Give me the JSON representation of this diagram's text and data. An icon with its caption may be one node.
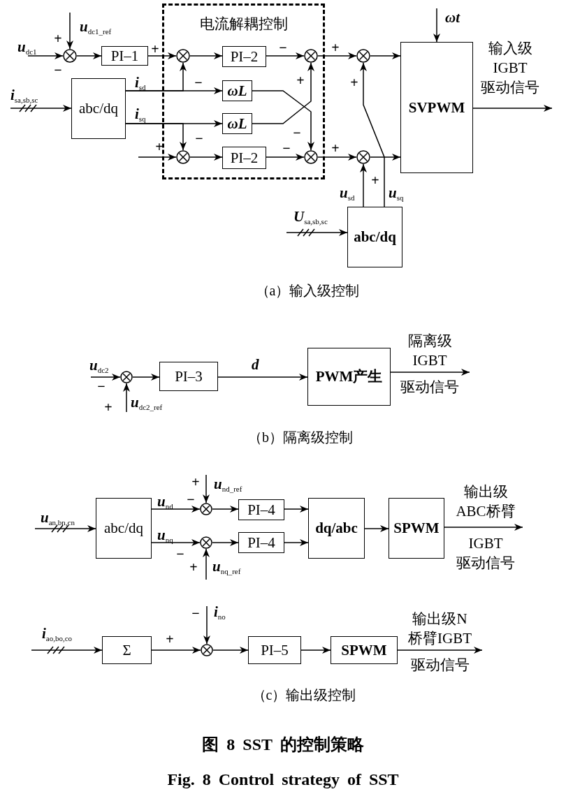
{
  "diagram": {
    "caption": "图 8 SST 的控制策略",
    "nodes": [
      {
        "text": [],
        "shape": "circle"
      },
      {
        "text": [
          "PI–1"
        ]
      },
      {
        "text": [
          "电流解耦控制"
        ]
      },
      {
        "text": [],
        "shape": "circle",
        "in": 2
      },
      {
        "text": [
          "PI–2"
        ],
        "in": 2
      },
      {
        "text": [],
        "shape": "circle",
        "in": 2
      },
      {
        "text": [
          "ωL"
        ],
        "in": 2
      },
      {
        "text": [
          "ωL"
        ],
        "in": 2
      },
      {
        "text": [],
        "shape": "circle",
        "in": 2
      },
      {
        "text": [
          "PI–2"
        ],
        "in": 2
      },
      {
        "text": [],
        "shape": "circle",
        "in": 2
      },
      {
        "text": [],
        "shape": "circle"
      },
      {
        "text": [
          "SVPWM"
        ]
      },
      {
        "text": [
          "abc/dq"
        ]
      },
      {
        "text": [],
        "shape": "circle"
      },
      {
        "text": [
          "abc/dq"
        ]
      },
      {
        "text": [],
        "shape": "circle"
      },
      {
        "text": [
          "PI–3"
        ]
      },
      {
        "text": [
          "PWM产生"
        ]
      },
      {
        "text": [
          "abc/dq"
        ]
      },
      {
        "text": [],
        "shape": "circle"
      },
      {
        "text": [],
        "shape": "circle"
      },
      {
        "text": [
          "PI–4"
        ]
      },
      {
        "text": [
          "PI–4"
        ]
      },
      {
        "text": [
          "dq/abc"
        ]
      },
      {
        "text": [
          "SPWM"
        ]
      },
      {
        "text": [
          "Σ"
        ]
      },
      {
        "text": [],
        "shape": "circle"
      },
      {
        "text": [
          "PI–5"
        ]
      },
      {
        "text": [
          "SPWM"
        ]
      }
    ],
    "edges": [
      {
        "from": null,
        "to": 0,
        "arrow": "to",
        "label": "*u*$_{dc1}$"
      },
      {
        "from": null,
        "to": 0,
        "arrow": "to",
        "label": "*u*$_{dc1_ref}$"
      },
      {
        "from": 0,
        "to": 1,
        "arrow": "to"
      },
      {
        "from": 1,
        "to": 3,
        "arrow": "to"
      },
      {
        "from": 3,
        "to": 4,
        "arrow": "to"
      },
      {
        "from": 4,
        "to": 5,
        "arrow": "to"
      },
      {
        "from": 5,
        "to": 11,
        "arrow": "to"
      },
      {
        "from": 11,
        "to": 12,
        "arrow": "to"
      },
      {
        "from": 13,
        "to": 6,
        "arrow": "to",
        "label": "*i*$_{sd}$"
      },
      {
        "from": 13,
        "to": 3,
        "arrow": "to"
      },
      {
        "from": 13,
        "to": 7,
        "arrow": "to",
        "label": "*i*$_{sq}$"
      },
      {
        "from": 13,
        "to": 8,
        "arrow": "to"
      },
      {
        "from": null,
        "to": 8,
        "arrow": "to"
      },
      {
        "from": 8,
        "to": 9,
        "arrow": "to"
      },
      {
        "from": 9,
        "to": 10,
        "arrow": "to"
      },
      {
        "from": 10,
        "to": 14,
        "arrow": "to"
      },
      {
        "from": 14,
        "to": 12,
        "arrow": "to"
      },
      {
        "from": 6,
        "to": 10,
        "arrow": "to"
      },
      {
        "from": 7,
        "to": 5,
        "arrow": "to"
      },
      {
        "from": null,
        "to": 12,
        "arrow": "to",
        "label": "ωt"
      },
      {
        "from": 12,
        "to": null,
        "arrow": "to",
        "label": "输入级 IGBT 驱动信号"
      },
      {
        "from": null,
        "to": 13,
        "arrow": "to",
        "label": "*i*$_{sa,sb,sc}$"
      },
      {
        "from": 15,
        "to": 14,
        "arrow": "to",
        "label": "*u*$_{sd}$"
      },
      {
        "from": 15,
        "to": 11,
        "arrow": "to",
        "label": "*u*$_{sq}$"
      },
      {
        "from": null,
        "to": 15,
        "arrow": "to",
        "label": "*U*$_{sa,sb,sc}$"
      },
      {
        "from": null,
        "to": 16,
        "arrow": "to",
        "label": "*u*$_{dc2}$"
      },
      {
        "from": null,
        "to": 16,
        "arrow": "to",
        "label": "*u*$_{dc2_ref}$"
      },
      {
        "from": 16,
        "to": 17,
        "arrow": "to"
      },
      {
        "from": 17,
        "to": 18,
        "arrow": "to",
        "label": "d"
      },
      {
        "from": 18,
        "to": null,
        "arrow": "to",
        "label": "隔离级 IGBT 驱动信号"
      },
      {
        "from": null,
        "to": 19,
        "arrow": "to",
        "label": "*u*$_{an,bn,cn}$"
      },
      {
        "from": 19,
        "to": 20,
        "arrow": "to",
        "label": "*u*$_{nd}$"
      },
      {
        "from": 19,
        "to": 21,
        "arrow": "to",
        "label": "*u*$_{nq}$"
      },
      {
        "from": null,
        "to": 20,
        "arrow": "to",
        "label": "*u*$_{nd_ref}$"
      },
      {
        "from": null,
        "to": 21,
        "arrow": "to",
        "label": "*u*$_{nq_ref}$"
      },
      {
        "from": 20,
        "to": 22,
        "arrow": "to"
      },
      {
        "from": 21,
        "to": 23,
        "arrow": "to"
      },
      {
        "from": 22,
        "to": 24,
        "arrow": "to"
      },
      {
        "from": 23,
        "to": 24,
        "arrow": "to"
      },
      {
        "from": 24,
        "to": 25,
        "arrow": "to"
      },
      {
        "from": 25,
        "to": null,
        "arrow": "to",
        "label": "输出级 ABC桥臂 IGBT 驱动信号"
      },
      {
        "from": null,
        "to": 26,
        "arrow": "to",
        "label": "*i*$_{ao,bo,co}$"
      },
      {
        "from": 26,
        "to": 27,
        "arrow": "to"
      },
      {
        "from": null,
        "to": 27,
        "arrow": "to",
        "label": "*i*$_{no}$"
      },
      {
        "from": 27,
        "to": 28,
        "arrow": "to"
      },
      {
        "from": 28,
        "to": 29,
        "arrow": "to"
      },
      {
        "from": 29,
        "to": null,
        "arrow": "to",
        "label": "输出级N 桥臂IGBT 驱动信号"
      }
    ],
    "labels": [
      "+",
      "−",
      "+",
      "−",
      "−",
      "+",
      "+",
      "+",
      "+",
      "−",
      "−",
      "−",
      "+",
      "+",
      "（a）输入级控制",
      "−",
      "+",
      "（b）隔离级控制",
      "+",
      "−",
      "−",
      "+",
      "+",
      "−",
      "（c）输出级控制",
      "Fig. 8 Control strategy of SST"
    ]
  }
}
